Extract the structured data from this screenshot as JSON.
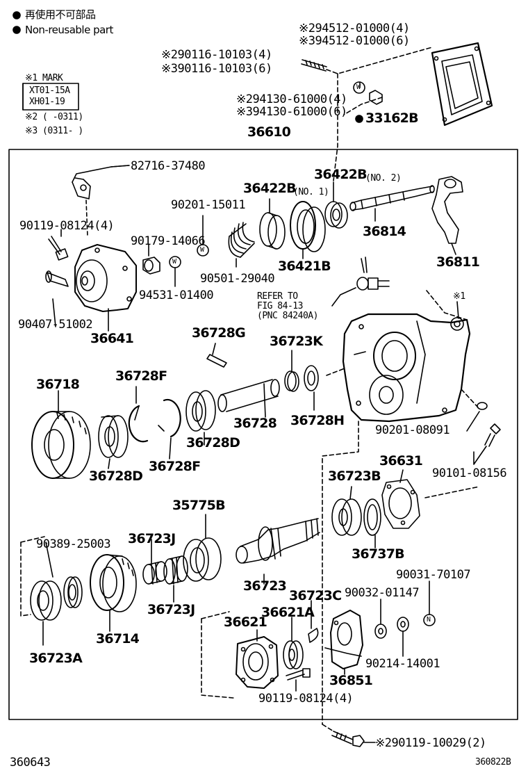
{
  "legend": {
    "ja": "再使用不可部品",
    "en": "Non-reusable part"
  },
  "notes": {
    "mark_title": "※1 MARK",
    "mark_line1": "XT01-15A",
    "mark_line2": "XH01-19",
    "note2": "※2 (    -0311)",
    "note3": "※3 (0311-    )"
  },
  "refer": {
    "line1": "REFER TO",
    "line2": "FIG 84-13",
    "line3": "(PNC 84240A)"
  },
  "marks": {
    "w": "W",
    "n": "N",
    "x1": "※1"
  },
  "parts": {
    "p94512_2": "※294512-01000(4)",
    "p94512_3": "※394512-01000(6)",
    "p90116_2": "※290116-10103(4)",
    "p90116_3": "※390116-10103(6)",
    "p94130_2": "※294130-61000(4)",
    "p94130_3": "※394130-61000(6)",
    "p33162B": "33162B",
    "p36610": "36610",
    "p82716": "82716-37480",
    "p36422B_no2": "36422B",
    "p_no2": "(NO. 2)",
    "p36422B_no1": "36422B",
    "p_no1": "(NO. 1)",
    "p90201_15011": "90201-15011",
    "p90119_4a": "90119-08124(4)",
    "p90179": "90179-14066",
    "p36814": "36814",
    "p36811": "36811",
    "p36421B": "36421B",
    "p90501": "90501-29040",
    "p94531": "94531-01400",
    "p90407": "90407-51002",
    "p36641": "36641",
    "p36728G": "36728G",
    "p36723K": "36723K",
    "p36718": "36718",
    "p36728F_a": "36728F",
    "p36728": "36728",
    "p36728H": "36728H",
    "p90201_08091": "90201-08091",
    "p36728D_a": "36728D",
    "p36728D_b": "36728D",
    "p36728F_b": "36728F",
    "p36631": "36631",
    "p90101": "90101-08156",
    "p36723B": "36723B",
    "p35775B": "35775B",
    "p90389": "90389-25003",
    "p36723J_a": "36723J",
    "p36737B": "36737B",
    "p90031": "90031-70107",
    "p36723": "36723",
    "p36723C": "36723C",
    "p90032": "90032-01147",
    "p36723J_b": "36723J",
    "p36621A": "36621A",
    "p36621": "36621",
    "p36714": "36714",
    "p36723A": "36723A",
    "p90214": "90214-14001",
    "p36851": "36851",
    "p90119_4b": "90119-08124(4)",
    "p90119_10029": "※290119-10029(2)"
  },
  "footer": {
    "left": "360643",
    "right": "360822B"
  }
}
